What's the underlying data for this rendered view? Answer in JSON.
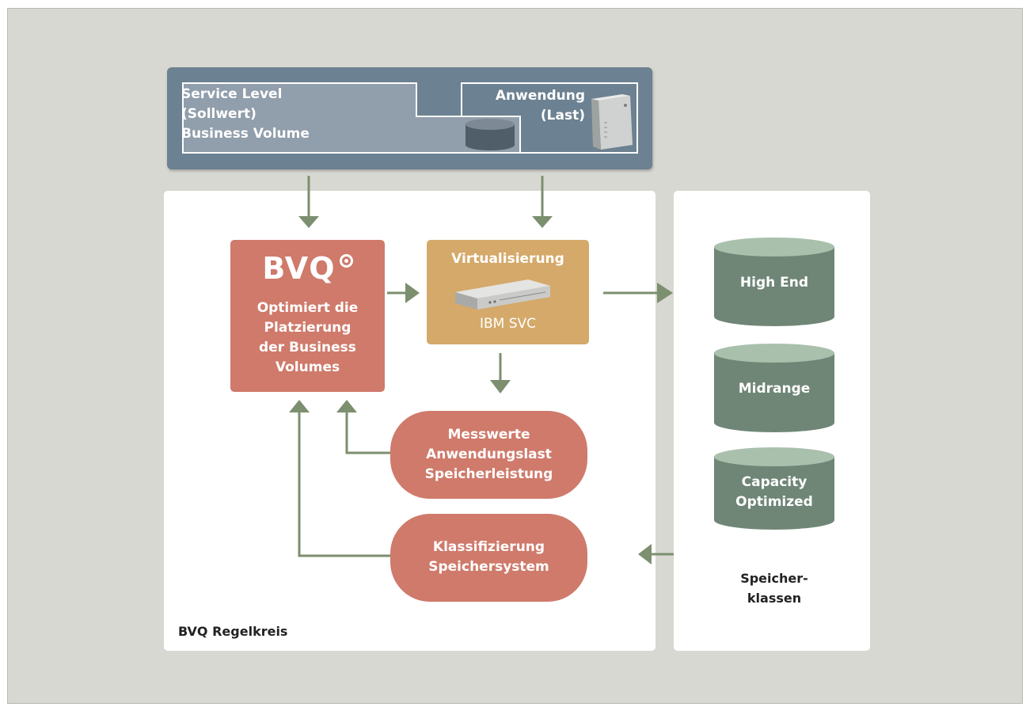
{
  "top": {
    "service_level": [
      "Service Level",
      "(Sollwert)",
      "Business Volume"
    ],
    "anwendung": [
      "Anwendung",
      "(Last)"
    ]
  },
  "bvq": {
    "logo": "BVQ",
    "text": [
      "Optimiert die",
      "Platzierung",
      "der Business",
      "Volumes"
    ]
  },
  "virtualisierung": {
    "title": "Virtualisierung",
    "device": "IBM SVC"
  },
  "messwerte": [
    "Messwerte",
    "Anwendungslast",
    "Speicherleistung"
  ],
  "klassifizierung": [
    "Klassifizierung",
    "Speichersystem"
  ],
  "regelkreis_label": "BVQ Regelkreis",
  "storage_classes": {
    "items": [
      [
        "High End"
      ],
      [
        "Midrange"
      ],
      [
        "Capacity",
        "Optimized"
      ]
    ],
    "label": [
      "Speicher-",
      "klassen"
    ]
  },
  "colors": {
    "background": "#d8d8d2",
    "top_bar": "#6c8191",
    "bvq": "#cf7a6b",
    "virtualisierung": "#d4a96a",
    "arrow": "#7c8f6e",
    "cylinder": "#6f8677"
  }
}
